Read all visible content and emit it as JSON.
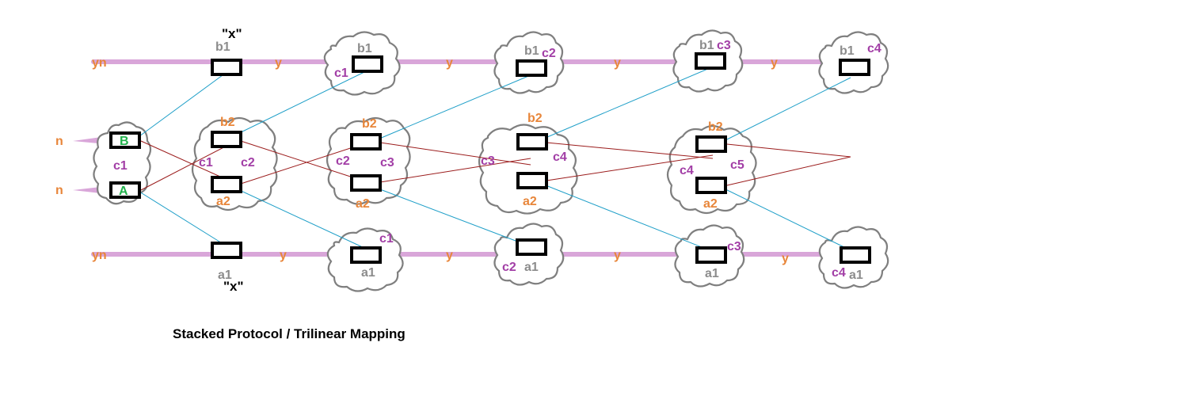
{
  "caption": "Stacked Protocol / Trilinear Mapping",
  "colors": {
    "orange": "#e8863a",
    "purple": "#a23ea6",
    "gray": "#8c8c8c",
    "green": "#22b14c",
    "band": "#d9a6d9",
    "blue_edge": "#1f9fc8",
    "red_edge": "#9b1c1c"
  },
  "labels": {
    "yn": "yn",
    "y": "y",
    "n": "n",
    "x": "\"x\"",
    "B": "B",
    "A": "A",
    "a1": "a1",
    "a2": "a2",
    "b1": "b1",
    "b2": "b2",
    "c1": "c1",
    "c2": "c2",
    "c3": "c3",
    "c4": "c4",
    "c5": "c5"
  }
}
